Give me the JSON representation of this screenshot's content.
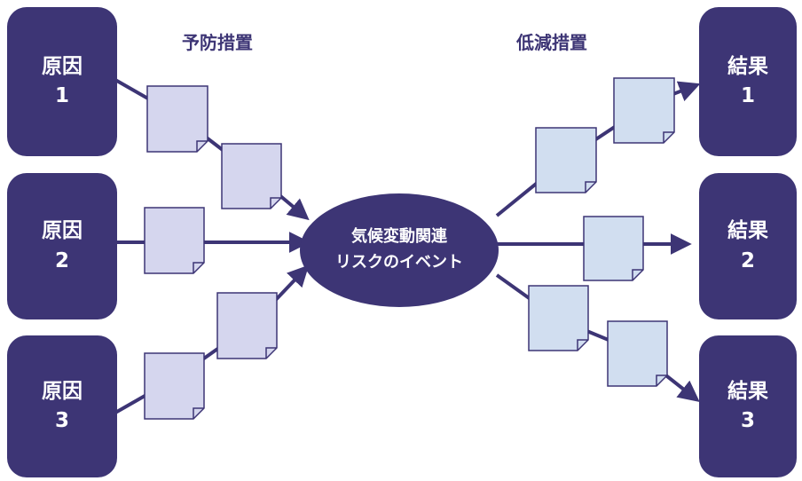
{
  "diagram": {
    "preventive_title": "予防措置",
    "mitigation_title": "低減措置",
    "event": {
      "line1": "気候変動関連",
      "line2": "リスクのイベント"
    },
    "causes": [
      {
        "label": "原因",
        "number": "1"
      },
      {
        "label": "原因",
        "number": "2"
      },
      {
        "label": "原因",
        "number": "3"
      }
    ],
    "results": [
      {
        "label": "結果",
        "number": "1"
      },
      {
        "label": "結果",
        "number": "2"
      },
      {
        "label": "結果",
        "number": "3"
      }
    ],
    "colors": {
      "box_fill": "#3d3575",
      "note_fill_left": "#d5d6ee",
      "note_fill_right": "#d1def0",
      "note_stroke": "#3d3575",
      "line": "#3d3575",
      "text_light": "#ffffff"
    }
  }
}
